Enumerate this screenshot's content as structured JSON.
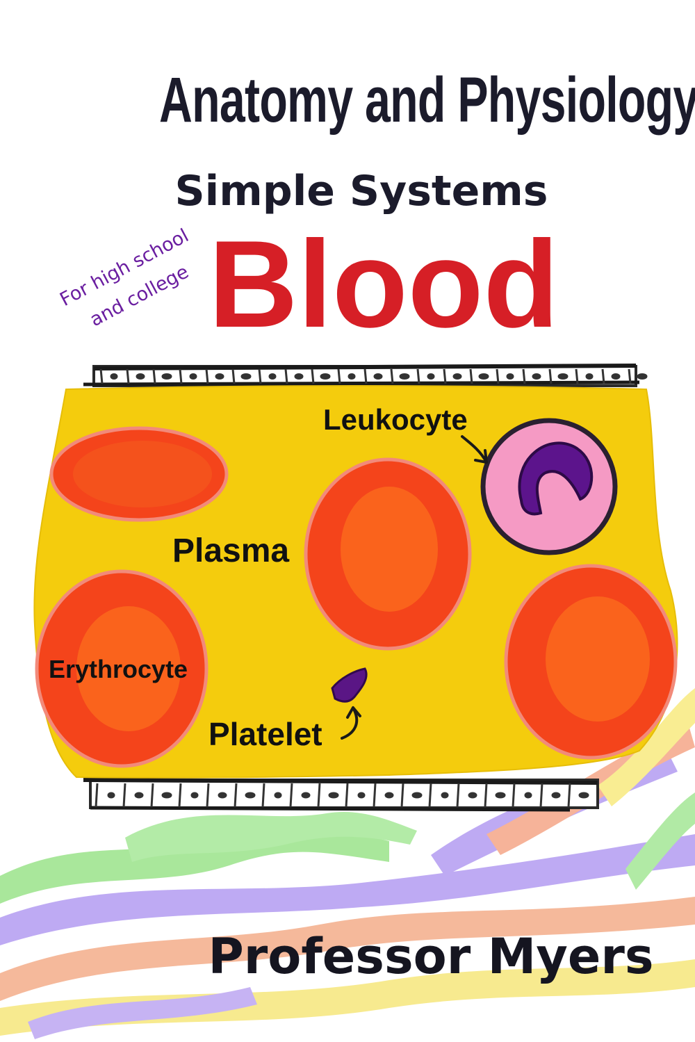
{
  "cover": {
    "title": "Anatomy and Physiology",
    "subtitle": "Simple Systems",
    "audience_line1": "For high school",
    "audience_line2": "and college",
    "topic": "Blood",
    "author": "Professor Myers"
  },
  "diagram_labels": {
    "leukocyte": "Leukocyte",
    "plasma": "Plasma",
    "erythrocyte": "Erythrocyte",
    "platelet": "Platelet"
  },
  "colors": {
    "title": "#1b1b2b",
    "topic": "#d61f26",
    "audience": "#6a1ea0",
    "plasma": "#f4cc0d",
    "erythrocyte_rim": "#f4441b",
    "erythrocyte_center": "#fa631c",
    "leukocyte_cytoplasm": "#f59ac4",
    "leukocyte_nucleus": "#5c148c",
    "platelet": "#5a1685"
  }
}
